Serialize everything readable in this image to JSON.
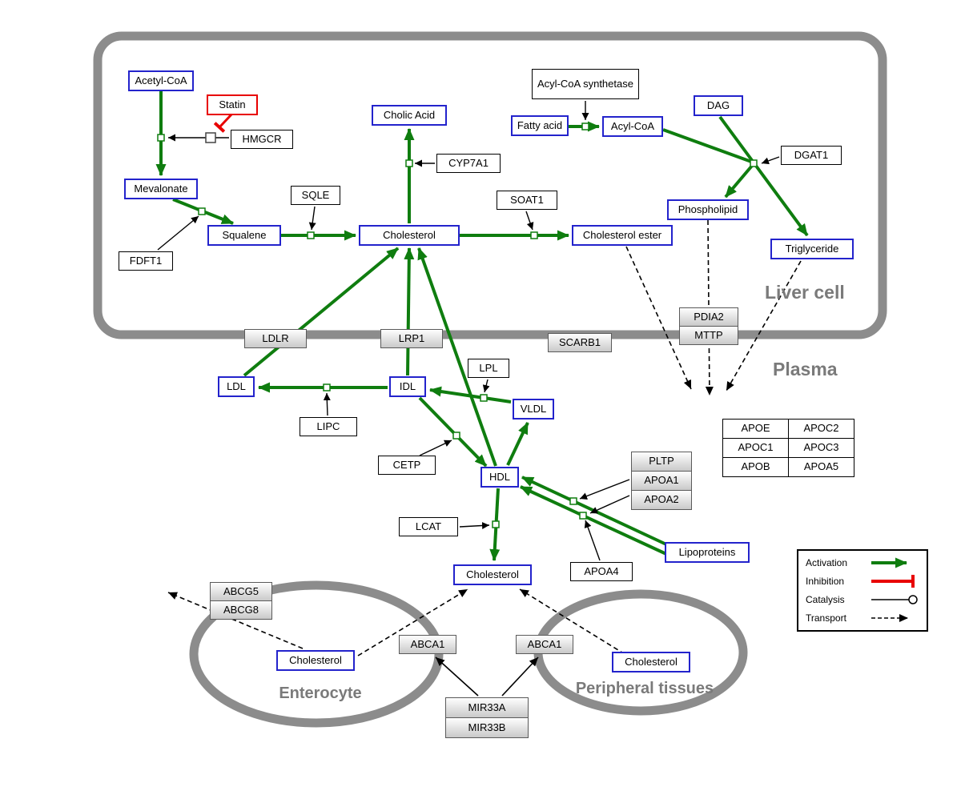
{
  "regions": {
    "liver": "Liver cell",
    "plasma": "Plasma",
    "enterocyte": "Enterocyte",
    "peripheral": "Peripheral tissues"
  },
  "nodes": {
    "acetyl_coa": "Acetyl-CoA",
    "statin": "Statin",
    "hmgcr": "HMGCR",
    "mevalonate": "Mevalonate",
    "cholic_acid": "Cholic Acid",
    "cyp7a1": "CYP7A1",
    "sqle": "SQLE",
    "squalene": "Squalene",
    "cholesterol_liver": "Cholesterol",
    "fdft1": "FDFT1",
    "soat1": "SOAT1",
    "cholesterol_ester": "Cholesterol ester",
    "acyl_coa_synthetase": "Acyl-CoA synthetase",
    "fatty_acid": "Fatty acid",
    "acyl_coa": "Acyl-CoA",
    "dag": "DAG",
    "dgat1": "DGAT1",
    "phospholipid": "Phospholipid",
    "triglyceride": "Triglyceride",
    "ldlr": "LDLR",
    "lrp1": "LRP1",
    "scarb1": "SCARB1",
    "pdia2": "PDIA2",
    "mttp": "MTTP",
    "ldl": "LDL",
    "idl": "IDL",
    "lpl": "LPL",
    "vldl": "VLDL",
    "lipc": "LIPC",
    "cetp": "CETP",
    "hdl": "HDL",
    "lcat": "LCAT",
    "apoa4": "APOA4",
    "lipoproteins": "Lipoproteins",
    "cholesterol_plasma": "Cholesterol",
    "pltp": "PLTP",
    "apoa1": "APOA1",
    "apoa2": "APOA2",
    "apoe": "APOE",
    "apoc2": "APOC2",
    "apoc1": "APOC1",
    "apoc3": "APOC3",
    "apob": "APOB",
    "apoa5": "APOA5",
    "abcg5": "ABCG5",
    "abcg8": "ABCG8",
    "cholesterol_enterocyte": "Cholesterol",
    "abca1_enterocyte": "ABCA1",
    "abca1_peripheral": "ABCA1",
    "cholesterol_peripheral": "Cholesterol",
    "mir33a": "MIR33A",
    "mir33b": "MIR33B"
  },
  "legend": {
    "activation": "Activation",
    "inhibition": "Inhibition",
    "catalysis": "Catalysis",
    "transport": "Transport"
  },
  "colors": {
    "activation_green": "#0f7d0f",
    "inhibition_red": "#e80000",
    "metabolite_border_blue": "#2323cc",
    "membrane_gray": "#8c8c8c"
  }
}
